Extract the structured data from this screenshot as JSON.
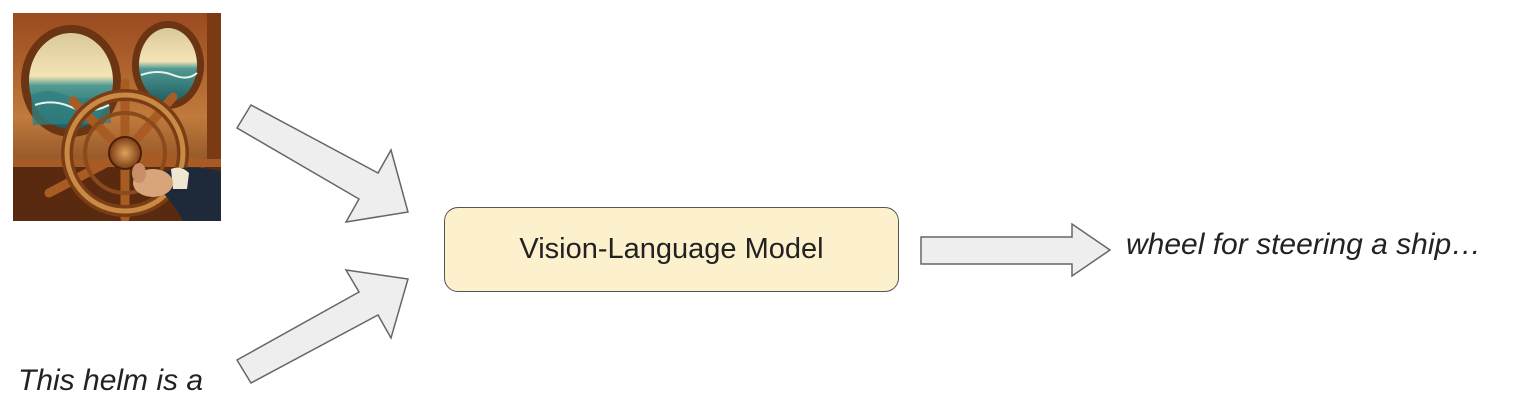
{
  "diagram": {
    "input_image": {
      "subject": "ship-helm-painting"
    },
    "model_label": "Vision-Language Model",
    "prompt_text": "This helm is a",
    "output_text": "wheel for steering a ship…"
  },
  "colors": {
    "model_box_fill": "#fdf0cc",
    "arrow_fill": "#eeeeee",
    "arrow_stroke": "#666666",
    "text": "#222222"
  }
}
